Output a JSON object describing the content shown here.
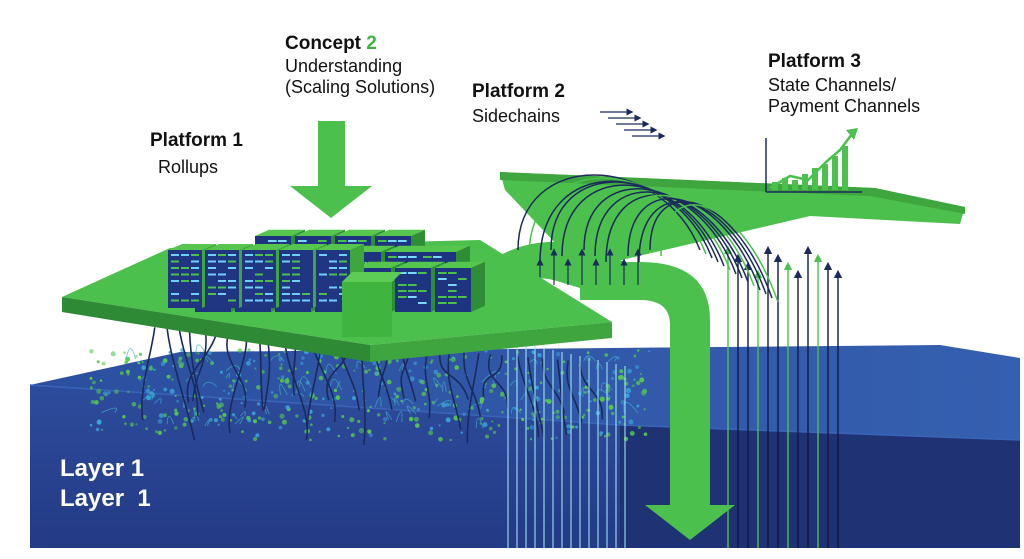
{
  "concept": {
    "title": "Concept",
    "number": "2",
    "line1": "Understanding",
    "line2": "(Scaling Solutions)"
  },
  "platform1": {
    "title": "Platform 1",
    "subtitle": "Rollups"
  },
  "platform2": {
    "title": "Platform 2",
    "subtitle": "Sidechains"
  },
  "platform3": {
    "title": "Platform 3",
    "line1": "State Channels/",
    "line2": "Payment Channels"
  },
  "layer": {
    "line1": "Layer 1",
    "line2": "Layer  1"
  },
  "icons": [
    "down-arrow-icon",
    "growth-chart-icon",
    "server-rack-icon"
  ],
  "colors": {
    "green": "#4cc04c",
    "green_dark": "#2f8a35",
    "blue_top": "#2f55a3",
    "blue_front": "#263f8d",
    "blue_side": "#1d2f6e",
    "accent_text": "#3fb43f"
  }
}
